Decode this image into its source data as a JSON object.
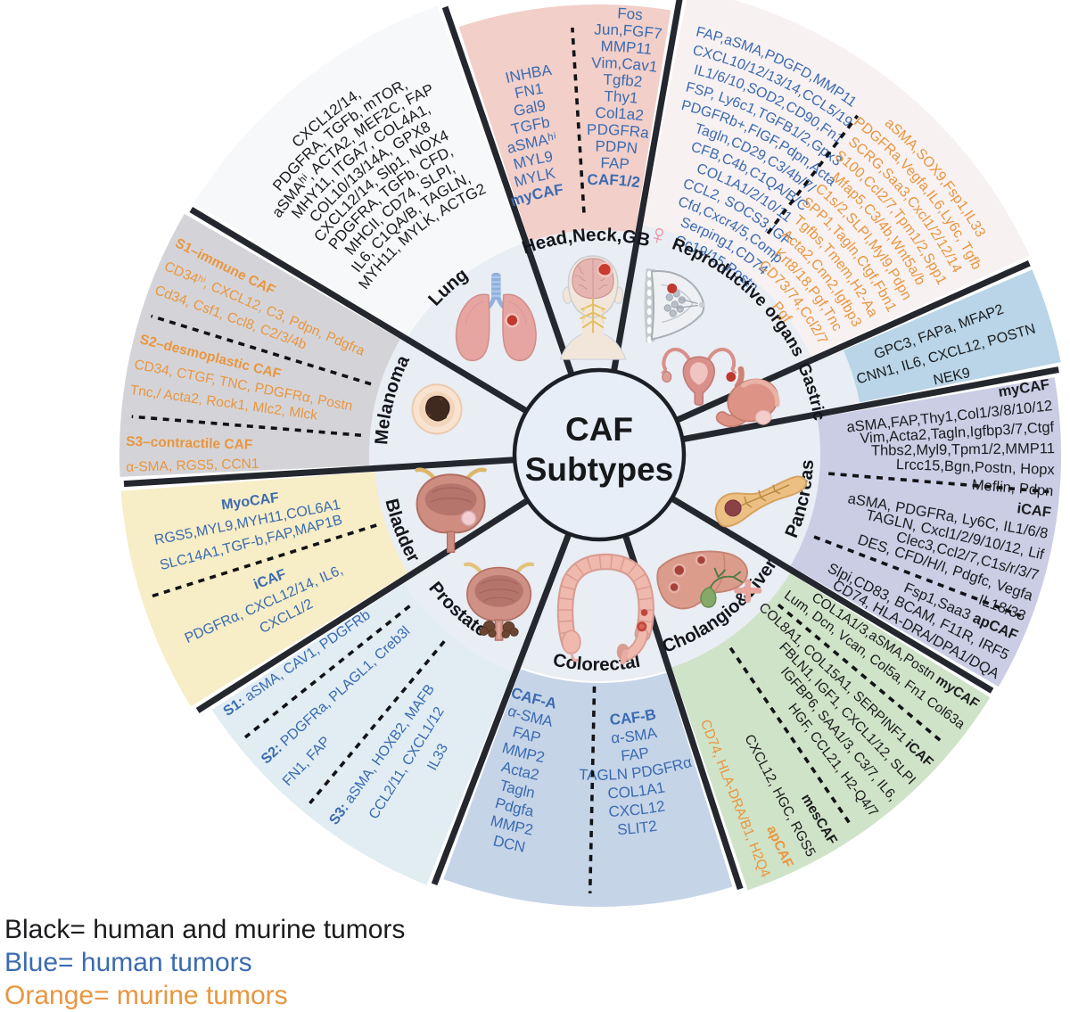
{
  "title": {
    "line1": "CAF",
    "line2": "Subtypes"
  },
  "legend": [
    {
      "id": "black",
      "text": "Black= human and murine tumors",
      "color": "#1b1c1e"
    },
    {
      "id": "blue",
      "text": "Blue= human tumors",
      "color": "#3b6bb0"
    },
    {
      "id": "orange",
      "text": "Orange= murine tumors",
      "color": "#e8963f"
    }
  ],
  "colors": {
    "blue": "#3b6bb0",
    "orange": "#e8963f",
    "black": "#1b1c1e"
  },
  "female_symbol": "♀",
  "sectors": [
    {
      "id": "headneck",
      "label": "Head,Neck,GB",
      "icon": "head-icon",
      "bg": "#f2cfc9",
      "mode": "arc",
      "columns": [
        {
          "color": "blue",
          "rows": [
            {
              "t": "INHBA"
            },
            {
              "t": "FN1"
            },
            {
              "t": "Gal9"
            },
            {
              "t": "TGFb"
            },
            {
              "t": "aSMAʰⁱ"
            },
            {
              "t": "MYL9"
            },
            {
              "t": "MYLK"
            },
            {
              "t": "myCAF",
              "b": 1
            }
          ]
        },
        {
          "color": "blue",
          "rows": [
            {
              "t": "Fos"
            },
            {
              "t": "Jun,FGF7"
            },
            {
              "t": "MMP11"
            },
            {
              "t": "Vim,Cav1"
            },
            {
              "t": "Tgfb2"
            },
            {
              "t": "Thy1"
            },
            {
              "t": "Col1a2"
            },
            {
              "t": "PDGFRa"
            },
            {
              "t": "PDPN"
            },
            {
              "t": "FAP"
            },
            {
              "t": "CAF1/2",
              "b": 1
            }
          ]
        }
      ]
    },
    {
      "id": "repro",
      "label": "Reproductive organs",
      "icon": "breast-icon uterus-icon",
      "bg": "#f8f1f2",
      "mode": "arc",
      "columns": [
        {
          "color": "blue",
          "rows": [
            {
              "t": "FAP,aSMA,PDGFD,MMP11"
            },
            {
              "t": "CXCL10/12/13/14,CCL5/19"
            },
            {
              "t": "IL1/6/10,SOD2,CD90,Fn1"
            },
            {
              "t": "FSP, Ly6c1,TGFB1/2,Gpx3"
            },
            {
              "t": "PDGFRb+,FIGF,Pdpn,Acta"
            },
            {
              "t": "Tagln,CD29,C3/4b/7/"
            },
            {
              "t": "CFB,C4b,C1QA/B/C"
            },
            {
              "t": "COL1A1/2/10/11"
            },
            {
              "t": "CCL2, SOCS3,IGF"
            },
            {
              "t": "Cfd,Cxcr4/5,Comp"
            },
            {
              "t": "Serping1,CD74"
            },
            {
              "t": "Cc19/15,Postn"
            }
          ]
        },
        {
          "color": "orange",
          "rows": [
            {
              "t": "aSMA,SOX9,Fsp1,IL33"
            },
            {
              "t": "PDGFRa,Vegfa,IL6,Ly6c, Tgfb"
            },
            {
              "t": "SCRG,Saa3,Cxcl1/2/12/14"
            },
            {
              "t": "S100,Ccl2/7,Tpm1/2,Spp1"
            },
            {
              "t": "Mfap5,C3/4b,Wnt5a/b"
            },
            {
              "t": "C1s/2,SLPI,Myl9,Pdpn"
            },
            {
              "t": "SPP1,Tagln,Ctgf,Fbn1"
            },
            {
              "t": "Tgfbs,Tmem,H2-Aa"
            },
            {
              "t": "Acta2,Cnn2,Igfbp3"
            },
            {
              "t": "Krt8/18,Pgf,Tnc"
            },
            {
              "t": "CD73/74,Ccl2/7"
            },
            {
              "t": "Pgf"
            }
          ]
        }
      ]
    },
    {
      "id": "gastric",
      "label": "Gastric",
      "icon": "stomach-icon",
      "bg": "#b9d5e7",
      "mode": "radial",
      "columns": [
        {
          "color": "black",
          "rows": [
            {
              "t": "GPC3, FAPa, MFAP2",
              "al": "c"
            },
            {
              "t": "CNN1, IL6, CXCL12, POSTN",
              "al": "c"
            },
            {
              "t": "NEK9",
              "al": "c"
            }
          ]
        }
      ]
    },
    {
      "id": "pancreas",
      "label": "Pancreas",
      "icon": "pancreas-icon",
      "bg": "#cbcde5",
      "mode": "radial",
      "columns": [
        {
          "color": "black",
          "rows": [
            {
              "t": "myCAF",
              "b": 1
            },
            {
              "t": "aSMA,FAP,Thy1,Col1/3/8/10/12"
            },
            {
              "t": "Vim,Acta2,Tagln,Igfbp3/7,Ctgf"
            },
            {
              "t": "Thbs2,Myl9,Tpm1/2,MMP11"
            },
            {
              "t": "Lrcc15,Bgn,Postn, Hopx"
            },
            {
              "t": "Meflin, Pdpn",
              "dash": 1
            },
            {
              "t": "iCAF",
              "b": 1
            },
            {
              "t": "aSMA, PDGFRa, Ly6C, IL1/6/8"
            },
            {
              "t": "TAGLN, Cxcl1/2/9/10/12, Lif"
            },
            {
              "t": "Clec3,Ccl2/7,C1s/r/3/7"
            },
            {
              "t": "DES, CFD/H/I, Pdgfc, Vegfa"
            },
            {
              "t": "IL18/33",
              "dash": 1
            },
            {
              "t": "Fsp1,Saa3 ",
              "bt": "apCAF"
            },
            {
              "t": "Slpi,CD83, BCAM, F11R, IRF5"
            },
            {
              "t": "CD74, HLA-DRA/DPA1/DQA"
            }
          ]
        }
      ]
    },
    {
      "id": "cholangio",
      "label": "Cholangio&Liver",
      "icon": "liver-icon",
      "bg": "#cfe3c8",
      "mode": "radial",
      "columns": [
        {
          "color": "black",
          "rows": [
            {
              "t": "COL1A1/3,aSMA,Postn ",
              "bt": "myCAF"
            },
            {
              "t": "Lum, Dcn, Vcan, Col5a, Fn1  Col63a"
            },
            {
              "dash": 1
            },
            {
              "t": "COL8A1, COL15A1, SERPINF1 ",
              "bt": "iCAF"
            },
            {
              "t": "FBLN1, IGF1, CXCL1/12, SLPI"
            },
            {
              "t": "IGFBP6, SAA1/3, C3/7, IL6,"
            },
            {
              "t": "HGF, CCL21, H2-Q4/7"
            },
            {
              "dash": 1
            },
            {
              "t": "mesCAF",
              "b": 1
            },
            {
              "t": "CXCL12, HGC, RGS5"
            },
            {
              "t": "apCAF",
              "b": 1,
              "c": "orange"
            },
            {
              "t": "CD74, HLA-DRA/B1, H2Q4",
              "c": "orange"
            }
          ]
        }
      ]
    },
    {
      "id": "colorectal",
      "label": "Colorectal",
      "icon": "colon-icon",
      "bg": "#c6d4e8",
      "mode": "arc",
      "columns": [
        {
          "color": "blue",
          "rows": [
            {
              "t": "CAF-A",
              "b": 1
            },
            {
              "t": "α-SMA"
            },
            {
              "t": "FAP"
            },
            {
              "t": "MMP2"
            },
            {
              "t": "Acta2"
            },
            {
              "t": "Tagln"
            },
            {
              "t": "Pdgfa"
            },
            {
              "t": "MMP2"
            },
            {
              "t": "DCN"
            }
          ]
        },
        {
          "color": "blue",
          "rows": [
            {
              "t": "CAF-B",
              "b": 1
            },
            {
              "t": "α-SMA"
            },
            {
              "t": "FAP"
            },
            {
              "t": "TAGLN PDGFRα"
            },
            {
              "t": "COL1A1"
            },
            {
              "t": "CXCL12"
            },
            {
              "t": "SLIT2"
            }
          ]
        }
      ]
    },
    {
      "id": "prostate",
      "label": "Prostate",
      "icon": "prostate-icon",
      "bg": "#e1edf3",
      "mode": "radial",
      "columns": [
        {
          "color": "blue",
          "rows": [
            {
              "bp": "S1: ",
              "t": "aSMA, CAV1, PDGFRb"
            },
            {
              "dash": 1
            },
            {
              "bp": "S2: ",
              "t": "PDGFRa, PLAGL1, Creb3l"
            },
            {
              "t": "FN1, FAP"
            },
            {
              "dash": 1
            },
            {
              "bp": "S3: ",
              "t": "aSMA, HOXB2, MAFB"
            },
            {
              "t": "CCL2/11, CXCL1/12",
              "pad": 30
            },
            {
              "t": "IL33",
              "pad": 110
            }
          ]
        }
      ]
    },
    {
      "id": "bladder",
      "label": "Bladder",
      "icon": "bladder-icon",
      "bg": "#f7edc6",
      "mode": "radial",
      "columns": [
        {
          "color": "blue",
          "rows": [
            {
              "t": "MyoCAF",
              "b": 1,
              "al": "c"
            },
            {
              "t": "RGS5,MYL9,MYH11,COL6A1"
            },
            {
              "t": "SLC14A1,TGF-b,FAP,MAP1B"
            },
            {
              "dash": 1
            },
            {
              "t": "iCAF",
              "b": 1,
              "al": "c"
            },
            {
              "t": "PDGFRα, CXCL12/14, IL6,"
            },
            {
              "t": "CXCL1/2",
              "al": "c"
            }
          ]
        }
      ]
    },
    {
      "id": "melanoma",
      "label": "Melanoma",
      "icon": "melanoma-icon",
      "bg": "#d4d4d8",
      "mode": "radial",
      "columns": [
        {
          "color": "orange",
          "rows": [
            {
              "t": "S1–immune CAF",
              "b": 1
            },
            {
              "t": "CD34ʰⁱ, CXCL12, C3, Pdpn, Pdgfra"
            },
            {
              "t": "Cd34, Csf1, Ccl8, C2/3/4b"
            },
            {
              "dash": 1
            },
            {
              "t": "S2–desmoplastic CAF",
              "b": 1
            },
            {
              "t": "CD34, CTGF, TNC, PDGFRα, Postn"
            },
            {
              "t": "Tnc,/ Acta2, Rock1, Mlc2, Mlck"
            },
            {
              "dash": 1
            },
            {
              "t": "S3–contractile CAF",
              "b": 1
            },
            {
              "t": "α-SMA, RGS5, CCN1"
            }
          ]
        }
      ]
    },
    {
      "id": "lung",
      "label": "Lung",
      "icon": "lung-icon",
      "bg": "#f7f8fa",
      "mode": "arc",
      "columns": [
        {
          "color": "black",
          "rows": [
            {
              "t": "CXCL12/14,"
            },
            {
              "t": "PDGFRA, TGFb, mTOR,"
            },
            {
              "t": "aSMAʰⁱ, ACTA2, MEF2C, FAP"
            },
            {
              "t": "MHY11, ITGA7, COL4A1,"
            },
            {
              "t": "COL10/13/14A, GPX8"
            },
            {
              "t": "CXCL12/14, Slp1, NOX4"
            },
            {
              "t": "PDGFRA, TGFb, CFD,"
            },
            {
              "t": "MHCII, CD74, SLPI,"
            },
            {
              "t": "IL6, C1QA/B, TAGLN,"
            },
            {
              "t": "MYH11, MYLK, ACTG2"
            }
          ]
        }
      ]
    }
  ]
}
